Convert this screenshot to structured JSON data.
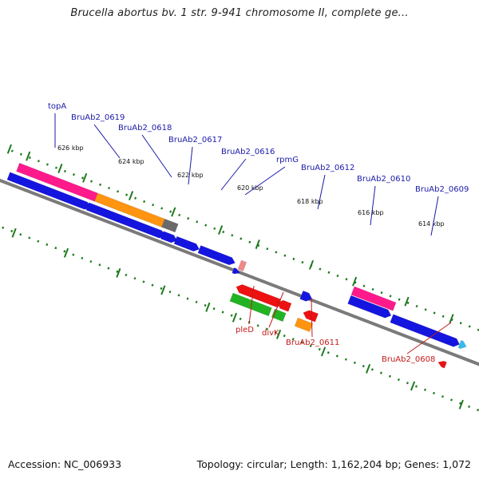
{
  "title": "Brucella abortus bv. 1 str. 9-941 chromosome II, complete ge...",
  "footer": {
    "accession": "Accession: NC_006933",
    "summary": "Topology: circular; Length: 1,162,204 bp; Genes: 1,072"
  },
  "colors": {
    "backbone": "#7a7a7a",
    "ticks": "#1f7a1f",
    "label_forward": "#1a1aa8",
    "label_reverse": "#c41a1a",
    "cds_blue": "#1515e0",
    "cds_red": "#ee1111",
    "cds_green": "#22b322",
    "orange": "#ff9410",
    "magenta": "#ff1a8c",
    "gray": "#6a6a6a",
    "cyan": "#33bbee",
    "pink": "#f08a8a"
  },
  "scale_labels": [
    "626 kbp",
    "624 kbp",
    "622 kbp",
    "620 kbp",
    "618 kbp",
    "616 kbp",
    "614 kbp"
  ],
  "gene_labels": {
    "forward": [
      "topA",
      "BruAb2_0619",
      "BruAb2_0618",
      "BruAb2_0617",
      "BruAb2_0616",
      "rpmG",
      "BruAb2_0612",
      "BruAb2_0610",
      "BruAb2_0609"
    ],
    "reverse": [
      "pleD",
      "divK",
      "BruAb2_0611",
      "BruAb2_0608"
    ]
  }
}
